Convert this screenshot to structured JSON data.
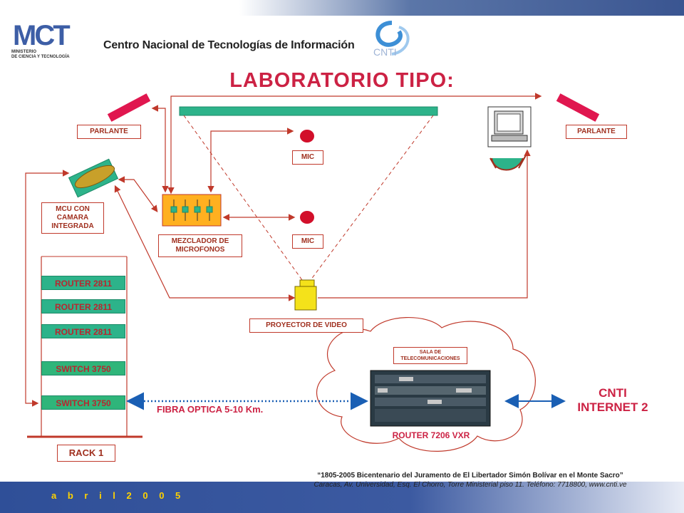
{
  "header": {
    "logo_text": "MCT",
    "logo_sub_1": "MINISTERIO",
    "logo_sub_2": "DE CIENCIA Y TECNOLOGÍA",
    "org_name": "Centro Nacional de Tecnologías de Información",
    "brand_right": "CNTI"
  },
  "title": "LABORATORIO  TIPO:",
  "labels": {
    "parlante_left": "PARLANTE",
    "parlante_right": "PARLANTE",
    "mic_top": "MIC",
    "mic_bottom": "MIC",
    "mcu_1": "MCU CON",
    "mcu_2": "CAMARA",
    "mcu_3": "INTEGRADA",
    "mixer_1": "MEZCLADOR DE",
    "mixer_2": "MICROFONOS",
    "projector": "PROYECTOR DE VIDEO",
    "sala_1": "SALA DE",
    "sala_2": "TELECOMUNICACIONES",
    "router_main": "ROUTER 7206 VXR",
    "fibra": "FIBRA OPTICA  5-10 Km.",
    "cnti_1": "CNTI",
    "cnti_2": "INTERNET 2",
    "rack": "RACK  1"
  },
  "rack_items": [
    "ROUTER 2811",
    "ROUTER 2811",
    "ROUTER 2811",
    "SWITCH 3750",
    "SWITCH 3750"
  ],
  "footer": {
    "quote": "“1805-2005 Bicentenario del Juramento de El Libertador Simón Bolívar en el Monte Sacro”",
    "address": "Caracas, Av. Universidad,  Esq.  El Chorro, Torre Ministerial piso 11. Teléfono: 7718800, www.cnti.ve",
    "date": "a b r i l   2 0 0 5"
  },
  "colors": {
    "accent_red": "#cc2244",
    "connector": "#c0392b",
    "rack_green": "#2db38a",
    "blue_bar": "#3a5591"
  }
}
